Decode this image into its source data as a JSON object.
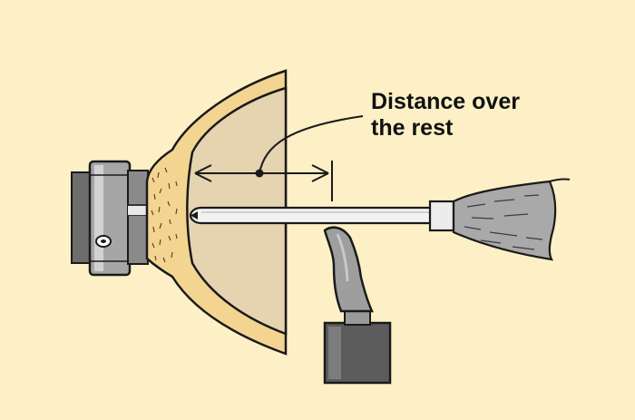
{
  "annotation": {
    "line1": "Distance over",
    "line2": "the rest"
  },
  "colors": {
    "background": "#fdf0c6",
    "bowl_rim": "#f3d591",
    "bowl_inside": "#e6d4b0",
    "tenon": "#eed59a",
    "metal_dark": "#5c5c5c",
    "metal_mid": "#8e8e8e",
    "metal_light": "#c9c9c9",
    "handle": "#a9a9a9",
    "outline": "#1a1a1a"
  },
  "icons": [
    "faceplate-chuck",
    "bowl-blank",
    "bowl-gouge",
    "tool-rest",
    "dimension-arrow"
  ]
}
